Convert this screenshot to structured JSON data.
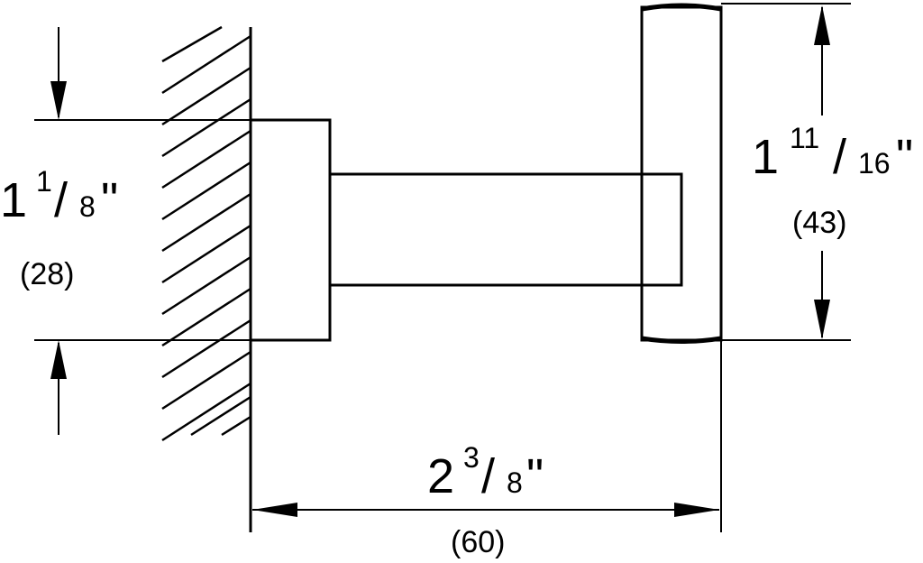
{
  "dimensions": {
    "left_height": {
      "whole": "1",
      "numerator": "1",
      "denominator": "8",
      "unit_mark": "\"",
      "metric": "(28)"
    },
    "right_height": {
      "whole": "1",
      "numerator": "11",
      "denominator": "16",
      "unit_mark": "\"",
      "metric": "(43)"
    },
    "projection": {
      "whole": "2",
      "numerator": "3",
      "denominator": "8",
      "unit_mark": "\"",
      "metric": "(60)"
    }
  }
}
